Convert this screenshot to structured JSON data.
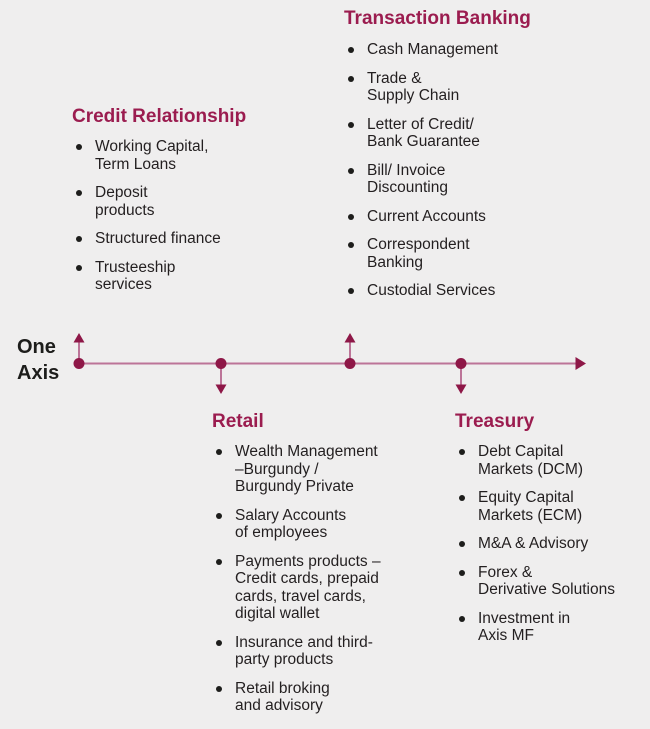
{
  "colors": {
    "accent": "#9B1C4F",
    "marker": "#8E1747",
    "axis_line": "#BC7498",
    "background": "#EFEEEE",
    "body_text": "#231F20"
  },
  "axis": {
    "label": "One\nAxis",
    "end_icon": "right-arrow",
    "marker_icons": [
      "up-arrow",
      "down-arrow",
      "up-arrow",
      "down-arrow"
    ]
  },
  "sections": {
    "credit_relationship": {
      "title": "Credit Relationship",
      "items": [
        "Working Capital,\nTerm Loans",
        "Deposit\nproducts",
        "Structured finance",
        "Trusteeship\nservices"
      ]
    },
    "transaction_banking": {
      "title": "Transaction Banking",
      "items": [
        "Cash Management",
        "Trade &\nSupply Chain",
        "Letter of Credit/\nBank Guarantee",
        "Bill/ Invoice\nDiscounting",
        "Current Accounts",
        "Correspondent\nBanking",
        "Custodial Services"
      ]
    },
    "retail": {
      "title": "Retail",
      "items": [
        "Wealth Management\n–Burgundy /\nBurgundy Private",
        "Salary Accounts\nof employees",
        "Payments products –\nCredit cards, prepaid\ncards, travel cards,\ndigital wallet",
        "Insurance and third-\nparty products",
        "Retail broking\nand advisory"
      ]
    },
    "treasury": {
      "title": "Treasury",
      "items": [
        "Debt Capital\nMarkets (DCM)",
        "Equity Capital\nMarkets (ECM)",
        "M&A & Advisory",
        "Forex &\nDerivative Solutions",
        "Investment in\nAxis MF"
      ]
    }
  }
}
